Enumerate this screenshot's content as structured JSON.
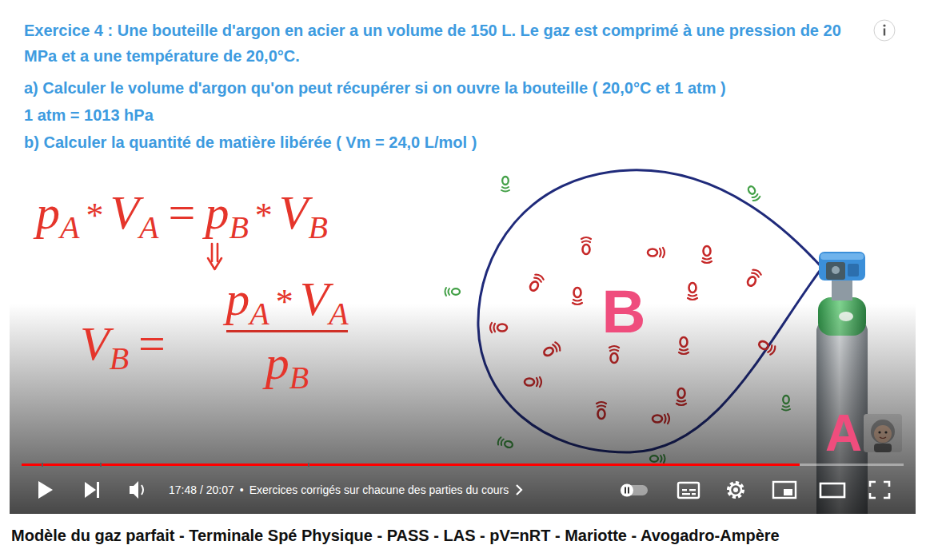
{
  "diagram": {
    "title": "Modèle du gaz parfait - Terminale Spé Physique - PASS - LAS - pV=nRT - Mariotte - Avogadro-Ampère",
    "nodes": [
      {
        "text": [
          "B"
        ]
      },
      {
        "text": [
          "A"
        ]
      }
    ],
    "labels": [
      "Exercice 4 : Une bouteille d'argon en acier a un volume de 150 L. Le gaz est comprimé à une pression de 20 MPa et a une température de 20,0°C.",
      "a) Calculer le volume d'argon qu'on peut récupérer si on ouvre la bouteille ( 20,0°C et 1 atm )",
      "1 atm = 1013 hPa",
      "b) Calculer la quantité de matière libérée ( Vm = 24,0 L/mol )",
      "p",
      "A",
      "*",
      "V",
      "A",
      "=",
      "p",
      "B",
      "*",
      "V",
      "B",
      "V",
      "B",
      "=",
      "p",
      "A",
      "*",
      "V",
      "A",
      "p",
      "B",
      "17:48 / 20:07",
      "•",
      "Exercices corrigés sur chacune des parties du cours"
    ]
  }
}
